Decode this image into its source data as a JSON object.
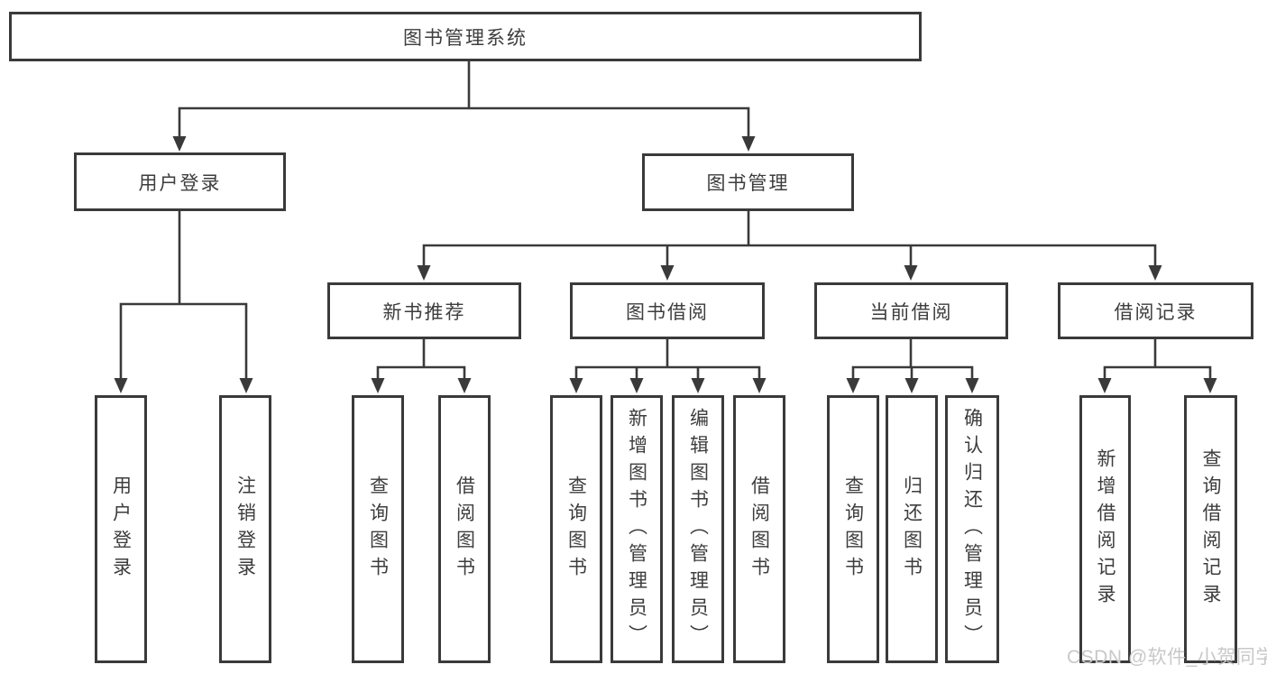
{
  "diagram_title": "图书管理系统",
  "tree": {
    "root": {
      "label": "图书管理系统",
      "children": [
        {
          "label": "用户登录",
          "children": [
            {
              "label": "用户登录"
            },
            {
              "label": "注销登录"
            }
          ]
        },
        {
          "label": "图书管理",
          "children": [
            {
              "label": "新书推荐",
              "children": [
                {
                  "label": "查询图书"
                },
                {
                  "label": "借阅图书"
                }
              ]
            },
            {
              "label": "图书借阅",
              "children": [
                {
                  "label": "查询图书"
                },
                {
                  "label": "新增图书（管理员）"
                },
                {
                  "label": "编辑图书（管理员）"
                },
                {
                  "label": "借阅图书"
                }
              ]
            },
            {
              "label": "当前借阅",
              "children": [
                {
                  "label": "查询图书"
                },
                {
                  "label": "归还图书"
                },
                {
                  "label": "确认归还（管理员）"
                }
              ]
            },
            {
              "label": "借阅记录",
              "children": [
                {
                  "label": "新增借阅记录"
                },
                {
                  "label": "查询借阅记录"
                }
              ]
            }
          ]
        }
      ]
    }
  },
  "watermark": {
    "text": "CSDN @软件_小贺同学"
  },
  "colors": {
    "background": "#ffffff",
    "line": "#3a3a3a",
    "box_border": "#3a3a3a",
    "box_text": "#3d3d3d",
    "watermark": "#c8c8c8"
  }
}
